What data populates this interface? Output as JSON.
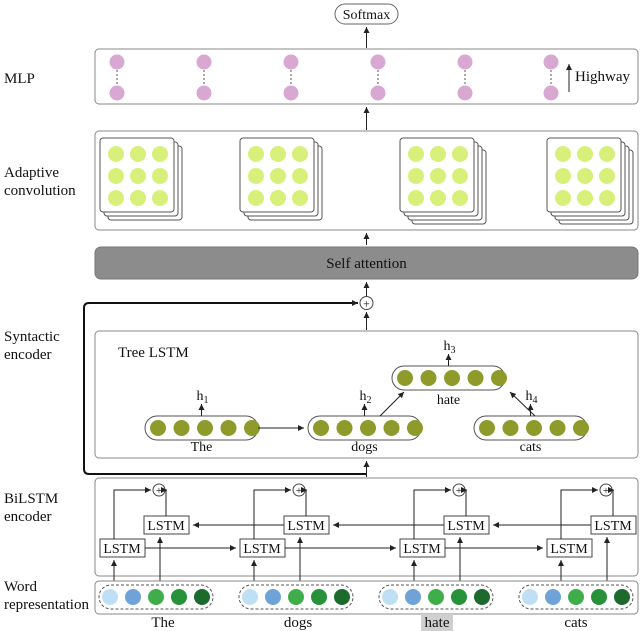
{
  "labels": {
    "mlp": "MLP",
    "adaptive_line1": "Adaptive",
    "adaptive_line2": "convolution",
    "syntactic_line1": "Syntactic",
    "syntactic_line2": "encoder",
    "bilstm_line1": "BiLSTM",
    "bilstm_line2": "encoder",
    "word_line1": "Word",
    "word_line2": "representation"
  },
  "softmax": "Softmax",
  "highway": "Highway",
  "self_attention": "Self attention",
  "tree_lstm": "Tree LSTM",
  "lstm_label": "LSTM",
  "plus_symbol": "+",
  "tree_nodes": [
    {
      "word": "The",
      "h": "h",
      "sub": "1"
    },
    {
      "word": "dogs",
      "h": "h",
      "sub": "2"
    },
    {
      "word": "hate",
      "h": "h",
      "sub": "3"
    },
    {
      "word": "cats",
      "h": "h",
      "sub": "4"
    }
  ],
  "words": [
    "The",
    "dogs",
    "hate",
    "cats"
  ],
  "highlighted_word": "hate",
  "colors": {
    "mlp_node": "#d9a8d2",
    "conv_node": "#d8f07a",
    "tree_node": "#8e9a2a",
    "attention_bar": "#8c8c8c",
    "word_highlight": "#cfcfcf",
    "embedding": [
      "#bfe0f4",
      "#6fa3d8",
      "#3fae4a",
      "#27923a",
      "#1c6a2c"
    ]
  }
}
